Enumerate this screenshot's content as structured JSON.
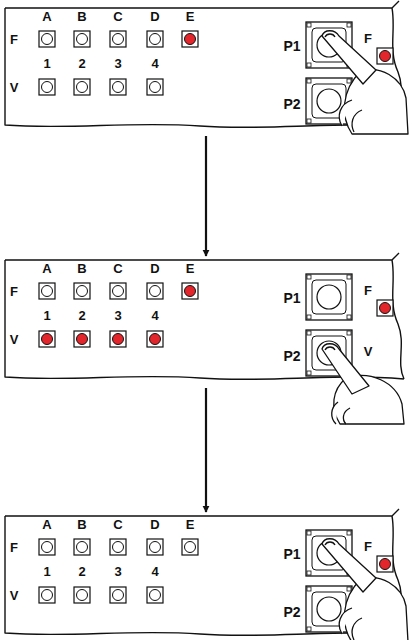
{
  "diagram": {
    "nodes": [
      {
        "text": [
          "A",
          "B",
          "C",
          "D",
          "E",
          "F",
          "1",
          "2",
          "3",
          "4",
          "V",
          "P1",
          "F",
          "P2"
        ]
      },
      {
        "text": [
          "A",
          "B",
          "C",
          "D",
          "E",
          "F",
          "1",
          "2",
          "3",
          "4",
          "V",
          "P1",
          "F",
          "P2",
          "V"
        ]
      },
      {
        "text": [
          "A",
          "B",
          "C",
          "D",
          "E",
          "F",
          "1",
          "2",
          "3",
          "4",
          "V",
          "P1",
          "F",
          "P2"
        ]
      }
    ],
    "edges": [
      {
        "from": 0,
        "to": 1,
        "arrow": "to"
      },
      {
        "from": 1,
        "to": 2,
        "arrow": "to"
      }
    ]
  }
}
